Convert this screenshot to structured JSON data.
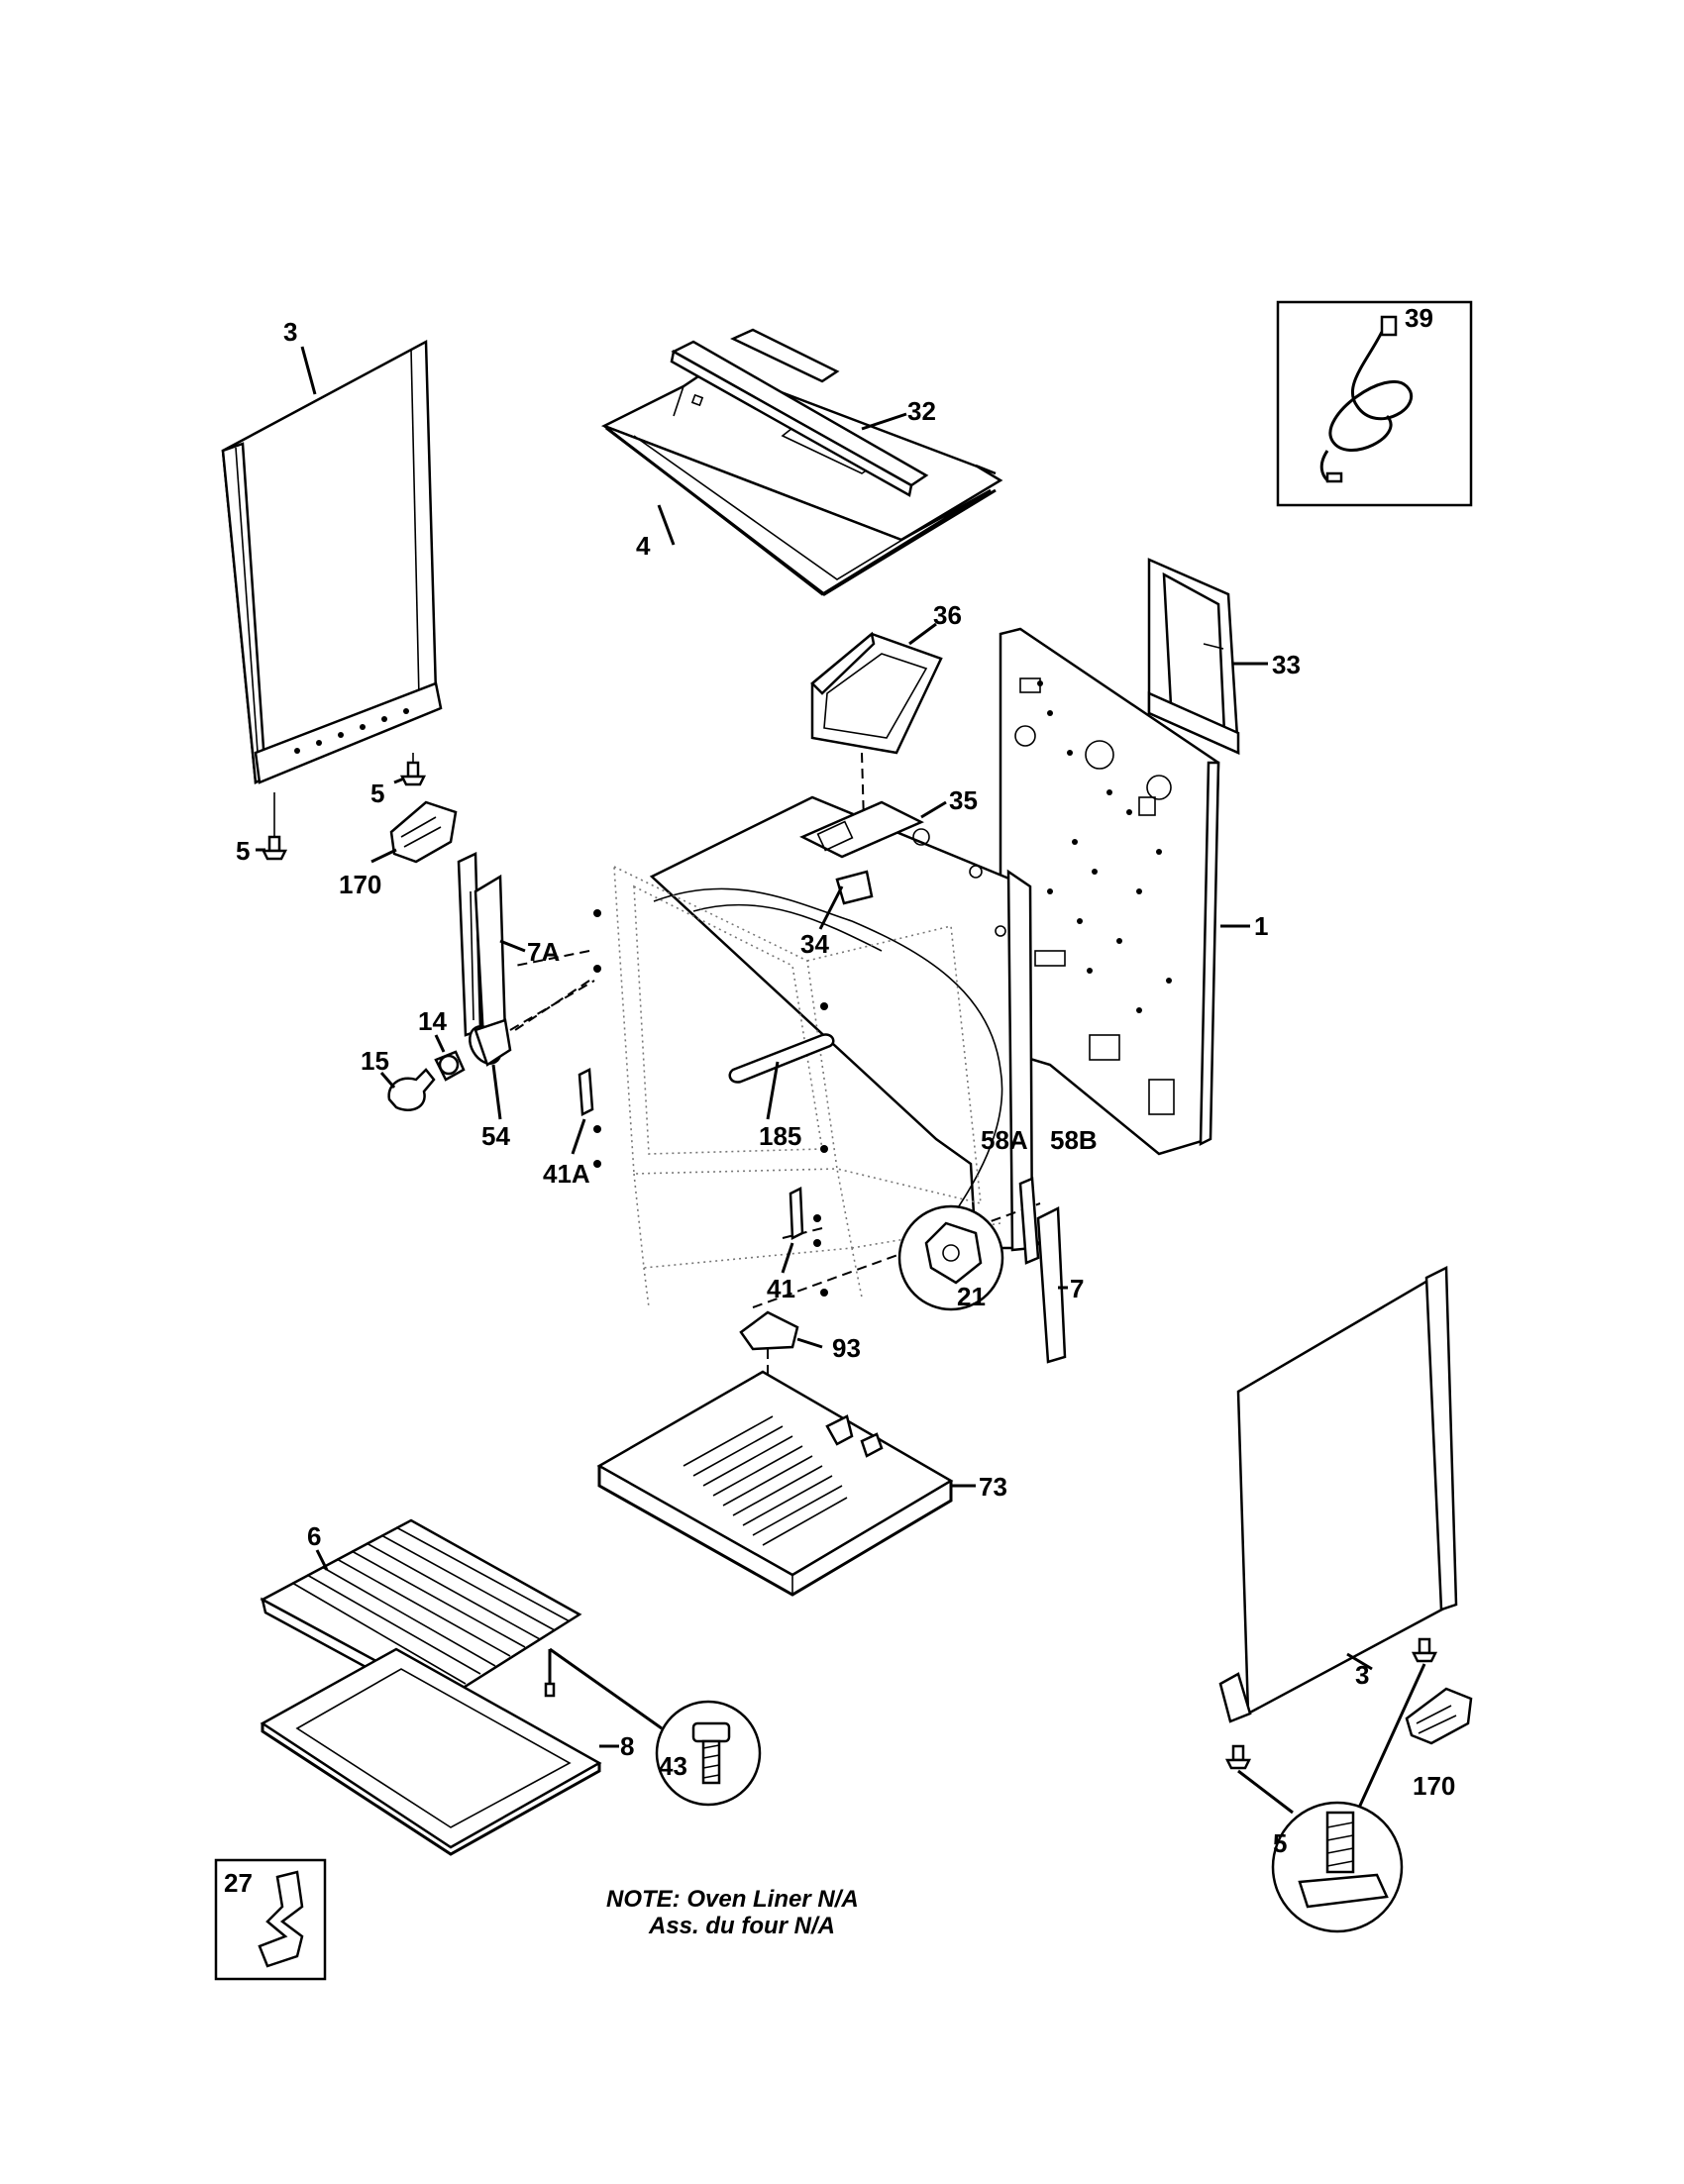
{
  "labels": {
    "p1": "1",
    "p3_left": "3",
    "p3_right": "3",
    "p4": "4",
    "p5_a": "5",
    "p5_b": "5",
    "p5_detail": "5",
    "p6": "6",
    "p7": "7",
    "p7a": "7A",
    "p8": "8",
    "p14": "14",
    "p15": "15",
    "p21": "21",
    "p27": "27",
    "p32": "32",
    "p33": "33",
    "p34": "34",
    "p35": "35",
    "p36": "36",
    "p39": "39",
    "p41": "41",
    "p41a": "41A",
    "p43": "43",
    "p54": "54",
    "p58a": "58A",
    "p58b": "58B",
    "p73": "73",
    "p93": "93",
    "p170_left": "170",
    "p170_right": "170",
    "p185": "185"
  },
  "note": {
    "line1": "NOTE: Oven Liner N/A",
    "line2": "Ass. du four N/A"
  }
}
